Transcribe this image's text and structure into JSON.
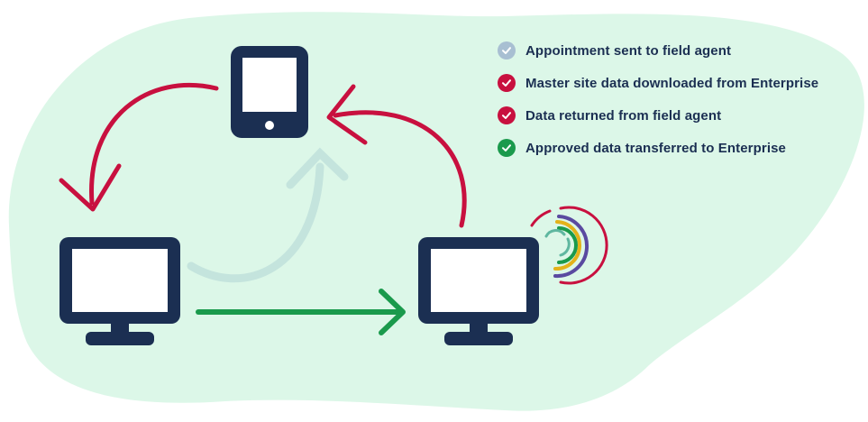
{
  "colors": {
    "background_blob": "#dcf7e8",
    "device": "#1b2f52",
    "screen": "#ffffff",
    "arrow_red": "#c8103f",
    "arrow_green": "#1a9a4c",
    "arrow_faint": "#c4e4dd",
    "check_pending": "#a8bfd2",
    "check_red": "#c8103f",
    "check_green": "#1a9a4c"
  },
  "devices": [
    {
      "name": "tablet",
      "icon": "tablet-icon"
    },
    {
      "name": "desktop-left",
      "icon": "monitor-icon"
    },
    {
      "name": "desktop-right-enterprise",
      "icon": "monitor-icon"
    }
  ],
  "legend": [
    {
      "label": "Appointment sent to field agent",
      "status": "pending",
      "color": "#a8bfd2",
      "icon": "check-icon"
    },
    {
      "label": "Master site data downloaded from Enterprise",
      "status": "done",
      "color": "#c8103f",
      "icon": "check-icon"
    },
    {
      "label": "Data returned from field agent",
      "status": "done",
      "color": "#c8103f",
      "icon": "check-icon"
    },
    {
      "label": "Approved data transferred to Enterprise",
      "status": "done",
      "color": "#1a9a4c",
      "icon": "check-icon"
    }
  ],
  "enterprise_logo": {
    "icon": "concentric-arcs-logo",
    "ring_colors": [
      "#c8103f",
      "#5a4aa0",
      "#e3b21a",
      "#1a9a4c",
      "#5fb7a0"
    ]
  }
}
